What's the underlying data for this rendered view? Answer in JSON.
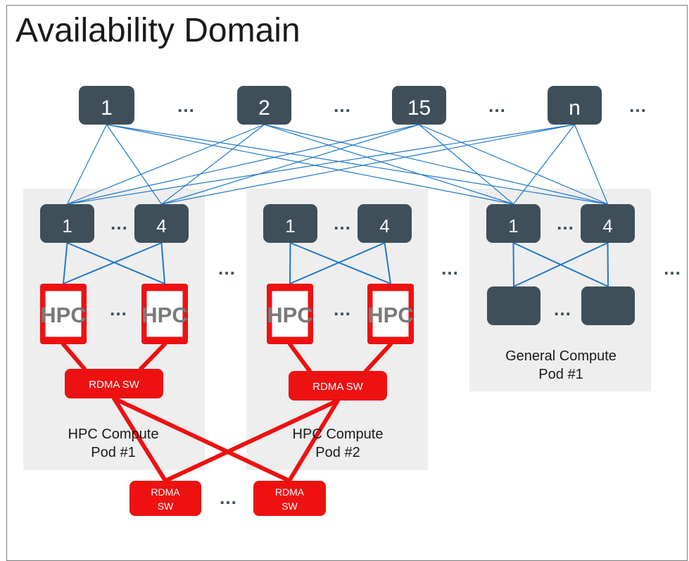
{
  "title": "Availability Domain",
  "ellipsis": "…",
  "colors": {
    "switch": "#3e4f5a",
    "switch_text": "#ffffff",
    "blue_link": "#1f78c8",
    "red": "#ee1111",
    "pod_bg": "#eeeeee",
    "hpc_text": "#7a7a7a"
  },
  "spines": [
    "1",
    "2",
    "15",
    "n"
  ],
  "pods": [
    {
      "leaves": [
        "1",
        "4"
      ],
      "kind": "hpc",
      "node_label": "HPC",
      "switch_label": "RDMA SW",
      "label_line1": "HPC Compute",
      "label_line2": "Pod #1"
    },
    {
      "leaves": [
        "1",
        "4"
      ],
      "kind": "hpc",
      "node_label": "HPC",
      "switch_label": "RDMA SW",
      "label_line1": "HPC Compute",
      "label_line2": "Pod #2"
    },
    {
      "leaves": [
        "1",
        "4"
      ],
      "kind": "general",
      "node_label": "",
      "label_line1": "General Compute",
      "label_line2": "Pod #1"
    }
  ],
  "bottom_switches": [
    {
      "line1": "RDMA",
      "line2": "SW"
    },
    {
      "line1": "RDMA",
      "line2": "SW"
    }
  ]
}
